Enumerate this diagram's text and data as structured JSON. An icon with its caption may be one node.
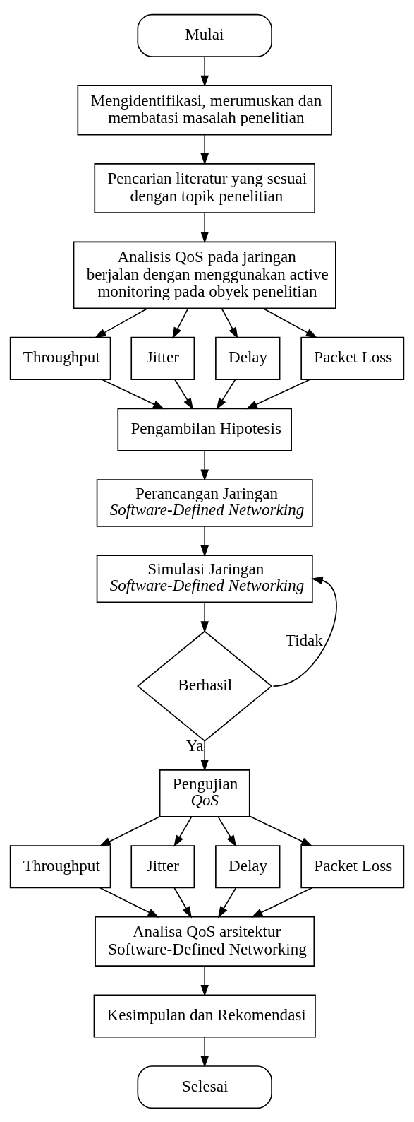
{
  "diagram": {
    "nodes": [
      {
        "text": [
          "Mulai"
        ]
      },
      {
        "text": [
          "Mengidentifikasi, merumuskan dan membatasi masalah penelitian"
        ]
      },
      {
        "text": [
          "Pencarian literatur yang sesuai dengan topik penelitian"
        ]
      },
      {
        "text": [
          "Analisis QoS pada jaringan berjalan dengan menggunakan active monitoring pada obyek penelitian"
        ]
      },
      {
        "text": [
          "Throughput"
        ]
      },
      {
        "text": [
          "Jitter"
        ]
      },
      {
        "text": [
          "Delay"
        ]
      },
      {
        "text": [
          "Packet Loss"
        ]
      },
      {
        "text": [
          "Pengambilan Hipotesis"
        ]
      },
      {
        "text": [
          "Perancangan Jaringan *Software-Defined Networking*"
        ]
      },
      {
        "text": [
          "Simulasi Jaringan *Software-Defined Networking*"
        ]
      },
      {
        "text": [
          "Berhasil"
        ]
      },
      {
        "text": [
          "Pengujian *QoS*"
        ]
      },
      {
        "text": [
          "Throughput"
        ]
      },
      {
        "text": [
          "Jitter"
        ]
      },
      {
        "text": [
          "Delay"
        ]
      },
      {
        "text": [
          "Packet Loss"
        ]
      },
      {
        "text": [
          "Analisa QoS arsitektur Software-Defined Networking"
        ]
      },
      {
        "text": [
          "Kesimpulan dan Rekomendasi"
        ]
      },
      {
        "text": [
          "Selesai"
        ]
      }
    ],
    "edges": [
      {
        "from": 0,
        "to": 1,
        "arrow": "to"
      },
      {
        "from": 1,
        "to": 2,
        "arrow": "to"
      },
      {
        "from": 2,
        "to": 3,
        "arrow": "to"
      },
      {
        "from": 3,
        "to": 4,
        "arrow": "to"
      },
      {
        "from": 3,
        "to": 5,
        "arrow": "to"
      },
      {
        "from": 3,
        "to": 6,
        "arrow": "to"
      },
      {
        "from": 3,
        "to": 7,
        "arrow": "to"
      },
      {
        "from": 4,
        "to": 8,
        "arrow": "to"
      },
      {
        "from": 5,
        "to": 8,
        "arrow": "to"
      },
      {
        "from": 6,
        "to": 8,
        "arrow": "to"
      },
      {
        "from": 7,
        "to": 8,
        "arrow": "to"
      },
      {
        "from": 8,
        "to": 9,
        "arrow": "to"
      },
      {
        "from": 9,
        "to": 10,
        "arrow": "to"
      },
      {
        "from": 10,
        "to": 11,
        "arrow": "to"
      },
      {
        "from": 11,
        "to": 10,
        "arrow": "to",
        "label": "Tidak"
      },
      {
        "from": 11,
        "to": 12,
        "arrow": "to",
        "label": "Ya"
      },
      {
        "from": 12,
        "to": 13,
        "arrow": "to"
      },
      {
        "from": 12,
        "to": 14,
        "arrow": "to"
      },
      {
        "from": 12,
        "to": 15,
        "arrow": "to"
      },
      {
        "from": 12,
        "to": 16,
        "arrow": "to"
      },
      {
        "from": 13,
        "to": 17,
        "arrow": "to"
      },
      {
        "from": 14,
        "to": 17,
        "arrow": "to"
      },
      {
        "from": 15,
        "to": 17,
        "arrow": "to"
      },
      {
        "from": 16,
        "to": 17,
        "arrow": "to"
      },
      {
        "from": 17,
        "to": 18,
        "arrow": "to"
      },
      {
        "from": 18,
        "to": 19,
        "arrow": "to"
      }
    ]
  }
}
